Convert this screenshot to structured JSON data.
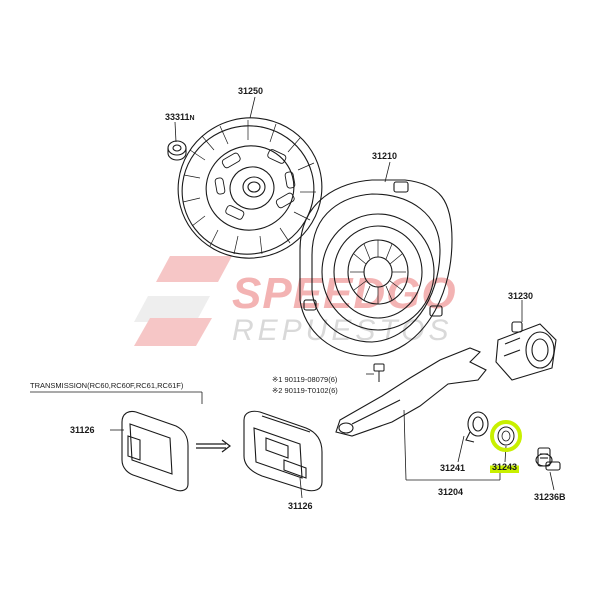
{
  "watermark": {
    "brand": "SPEEDGO",
    "sub": "REPUESTOS",
    "brand_color": "#f3b3b3",
    "sub_color": "#d9d9d9"
  },
  "highlight_color": "#c8f000",
  "parts": {
    "p33311": "33311",
    "p33311_mark": "N",
    "p31250": "31250",
    "p31210": "31210",
    "p31230": "31230",
    "p31126_left": "31126",
    "p31126_right": "31126",
    "p31241": "31241",
    "p31243": "31243",
    "p31204": "31204",
    "p31236b": "31236B"
  },
  "bolts": {
    "bolt1": "※1  90119-08079(6)",
    "bolt2": "※2  90119-T0102(6)"
  },
  "transmission_note": "TRANSMISSION(RC60,RC60F,RC61,RC61F)"
}
